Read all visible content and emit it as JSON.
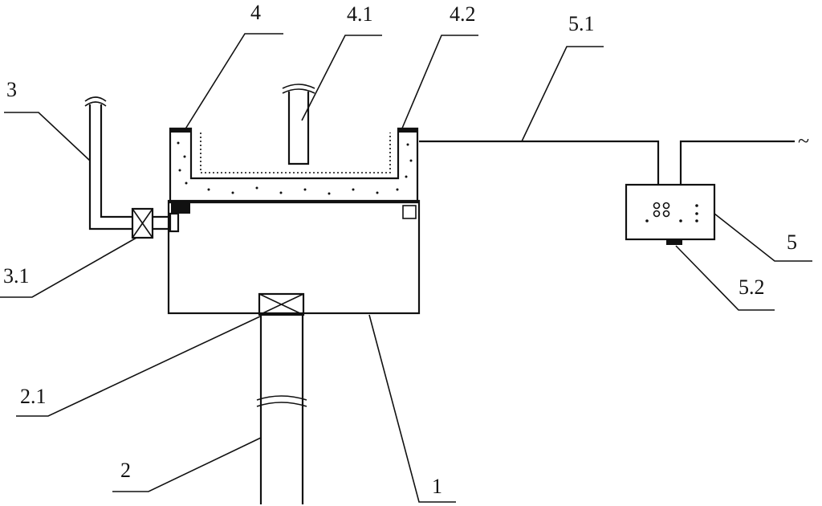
{
  "labels": {
    "l1": "1",
    "l2": "2",
    "l2_1": "2.1",
    "l3": "3",
    "l3_1": "3.1",
    "l4": "4",
    "l4_1": "4.1",
    "l4_2": "4.2",
    "l5": "5",
    "l5_1": "5.1",
    "l5_2": "5.2",
    "power": "~"
  },
  "colors": {
    "ink": "#111111",
    "background": "#ffffff"
  }
}
